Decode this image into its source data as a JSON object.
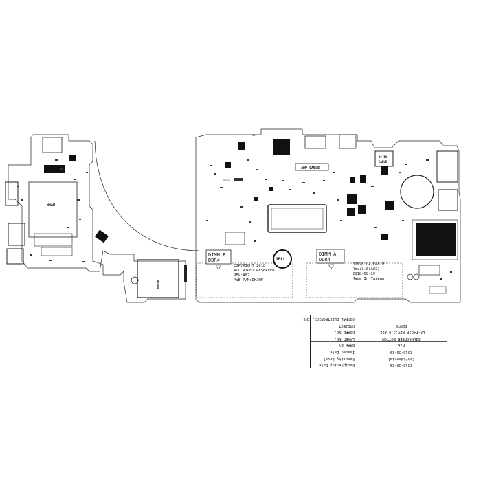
{
  "board": {
    "labels": {
      "wwan": "WWAN",
      "wlan": "WLAN",
      "dimm_b_1": "DIMM B",
      "dimm_b_2": "DDR4",
      "dimm_a_1": "DIMM A",
      "dimm_a_2": "DDR4",
      "copyright_1": "COPYRIGHT 2018",
      "copyright_2": "ALL RIGHT RESERVED",
      "copyright_3": "REV:A02",
      "copyright_4": "PWB P/N:DHJHF",
      "model_1": "DDM70 LA-F401P",
      "model_2": "Rev:3.0(A02)",
      "model_3": "2018-08-29",
      "model_4": "Made In Taiwan",
      "logo": "DELL",
      "edp_cable": "eDP CABLE",
      "dc_in_1": "DC IN",
      "dc_in_2": "CABLE",
      "ref_kc1": "KC1",
      "ref_kd1": "KD1",
      "ref_vgs": "VGS01"
    }
  },
  "title_block": {
    "rows": [
      {
        "k": "COMPAL ELECTRONICS, INC.",
        "v": ""
      },
      {
        "k": "PROJECT",
        "v": "DDM70"
      },
      {
        "k": "BOARD NO.",
        "v": "LA-F401P  REV:3.0(A02)"
      },
      {
        "k": "LAYER NO.",
        "v": "SILKSCREEN_BOTTOM"
      },
      {
        "k": "DRAW BY",
        "v": "N/A"
      },
      {
        "k": "Issued Date",
        "v": "2018-08-29"
      },
      {
        "k": "Security Level",
        "v": "Confidential"
      },
      {
        "k": "Deciphering Date",
        "v": "2018-08-29"
      }
    ]
  }
}
